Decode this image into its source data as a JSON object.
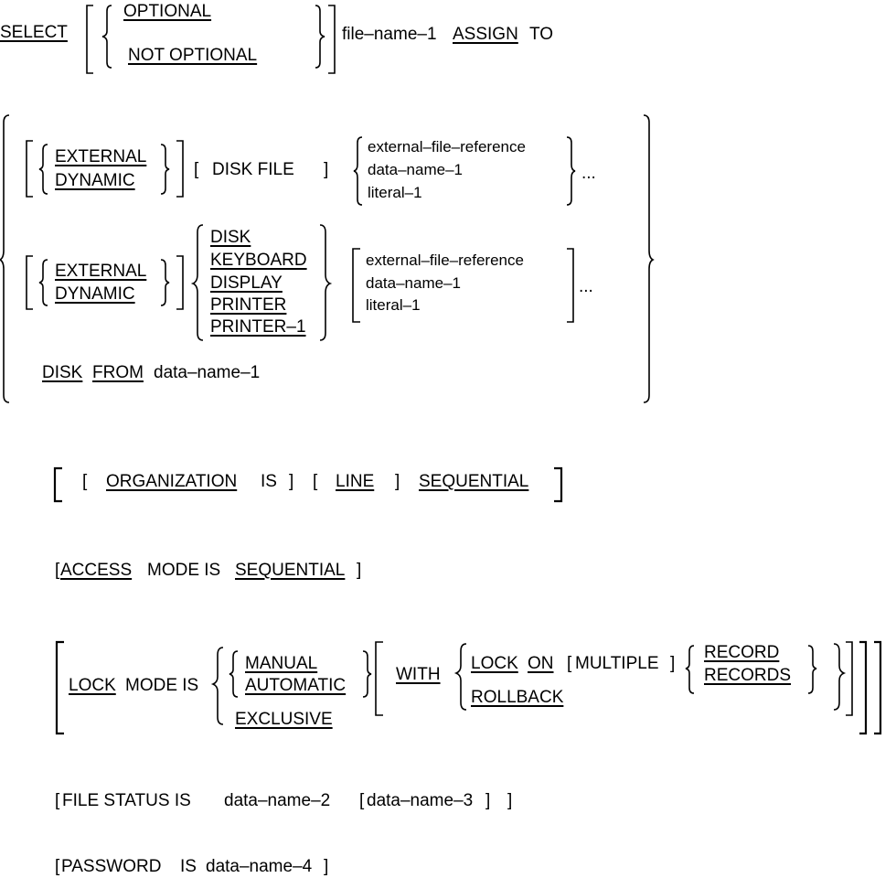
{
  "select": {
    "select_kw": "SELECT",
    "optional": "OPTIONAL",
    "not_optional": "NOT OPTIONAL",
    "file_name": "file–name–1",
    "assign": "ASSIGN",
    "to": "TO"
  },
  "row1": {
    "external": "EXTERNAL",
    "dynamic": "DYNAMIC",
    "disk_file": "DISK  FILE",
    "opt1": "external–file–reference",
    "opt2": "data–name–1",
    "opt3": "literal–1",
    "ellipsis": "..."
  },
  "row2": {
    "external": "EXTERNAL",
    "dynamic": "DYNAMIC",
    "devices": [
      "DISK",
      "KEYBOARD",
      "DISPLAY",
      "PRINTER",
      "PRINTER–1"
    ],
    "opt1": "external–file–reference",
    "opt2": "data–name–1",
    "opt3": "literal–1",
    "ellipsis": "..."
  },
  "disk_from": {
    "disk": "DISK",
    "from": "FROM",
    "name": "data–name–1"
  },
  "organization": {
    "kw": "ORGANIZATION",
    "is": "IS",
    "line": "LINE",
    "sequential": "SEQUENTIAL"
  },
  "access": {
    "access": "ACCESS",
    "mode_is": "MODE IS",
    "sequential": "SEQUENTIAL"
  },
  "lock": {
    "lock": "LOCK",
    "mode_is": "MODE IS",
    "manual": "MANUAL",
    "automatic": "AUTOMATIC",
    "exclusive": "EXCLUSIVE",
    "with": "WITH",
    "lock_kw": "LOCK",
    "on_kw": "ON",
    "multiple": "MULTIPLE",
    "record": "RECORD",
    "records": "RECORDS",
    "rollback": "ROLLBACK"
  },
  "file_status": {
    "text": "FILE STATUS IS",
    "name2": "data–name–2",
    "name3": "data–name–3"
  },
  "password": {
    "password": "PASSWORD",
    "is": "IS",
    "name4": "data–name–4"
  }
}
